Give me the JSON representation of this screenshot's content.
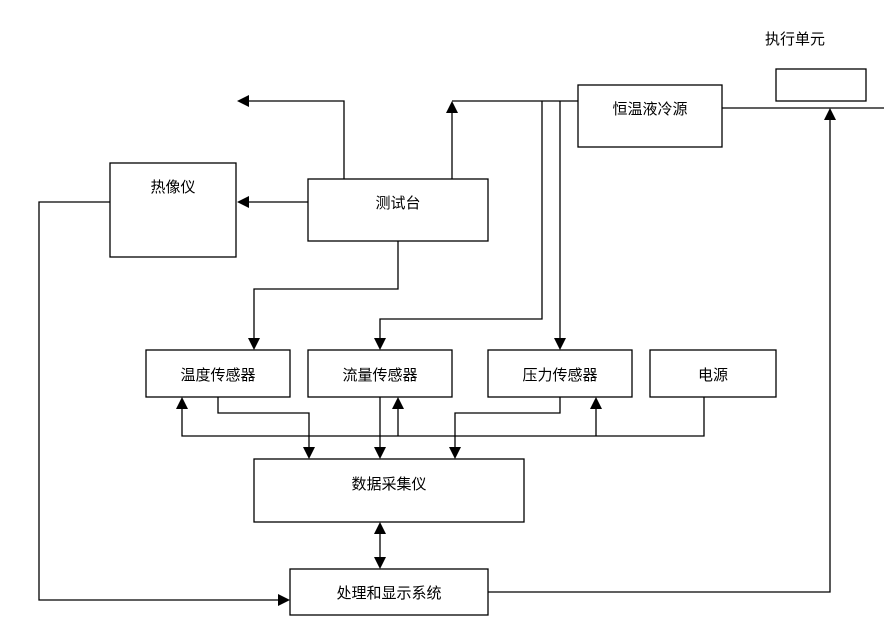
{
  "diagram": {
    "title_label": "执行单元",
    "nodes": {
      "thermal_imager": "热像仪",
      "test_bench": "测试台",
      "constant_temp_liquid_cooling_source": "恒温液冷源",
      "actuator_unit": "",
      "temperature_sensor": "温度传感器",
      "flow_sensor": "流量传感器",
      "pressure_sensor": "压力传感器",
      "power_supply": "电源",
      "data_acquisition_instrument": "数据采集仪",
      "processing_display_system": "处理和显示系统"
    },
    "edges": [
      {
        "from": "test_bench",
        "to": "thermal_imager",
        "type": "arrow"
      },
      {
        "from": "test_bench",
        "to": "outflow-left",
        "type": "arrow"
      },
      {
        "from": "test_bench",
        "to": "constant_temp_liquid_cooling_source",
        "type": "arrow"
      },
      {
        "from": "test_bench",
        "to": "temperature_sensor",
        "type": "arrow"
      },
      {
        "from": "constant_temp_liquid_cooling_source",
        "to": "flow_sensor",
        "type": "arrow"
      },
      {
        "from": "constant_temp_liquid_cooling_source",
        "to": "pressure_sensor",
        "type": "arrow"
      },
      {
        "from": "temperature_sensor",
        "to": "data_acquisition_instrument",
        "type": "arrow"
      },
      {
        "from": "flow_sensor",
        "to": "data_acquisition_instrument",
        "type": "arrow"
      },
      {
        "from": "pressure_sensor",
        "to": "data_acquisition_instrument",
        "type": "arrow"
      },
      {
        "from": "power_supply",
        "to": "temperature_sensor",
        "type": "arrow"
      },
      {
        "from": "power_supply",
        "to": "flow_sensor",
        "type": "arrow"
      },
      {
        "from": "power_supply",
        "to": "pressure_sensor",
        "type": "arrow"
      },
      {
        "from": "data_acquisition_instrument",
        "to": "processing_display_system",
        "type": "bidirectional"
      },
      {
        "from": "thermal_imager",
        "to": "processing_display_system",
        "type": "arrow"
      },
      {
        "from": "processing_display_system",
        "to": "actuator_unit",
        "type": "arrow"
      }
    ]
  }
}
